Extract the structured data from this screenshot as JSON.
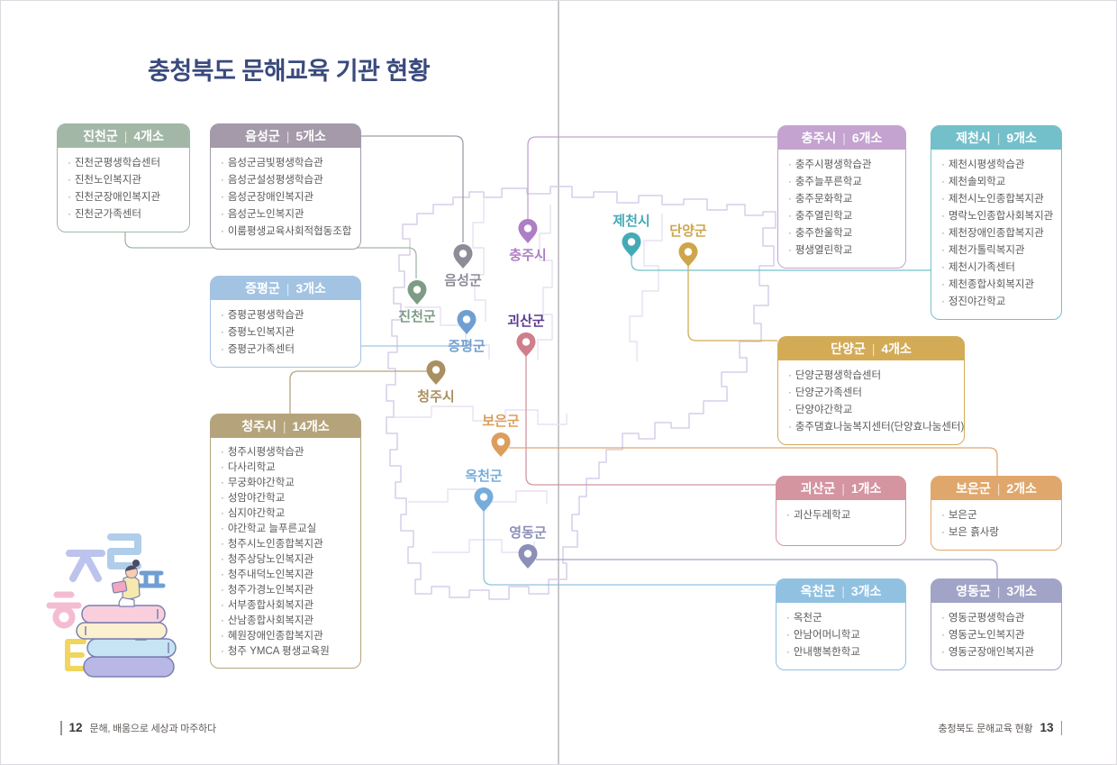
{
  "page": {
    "title": "충청북도 문해교육 기관 현황",
    "footer_left": {
      "page_no": "12",
      "text": "문해, 배움으로 세상과 마주하다"
    },
    "footer_right": {
      "text": "충청북도 문해교육 현황",
      "page_no": "13"
    }
  },
  "regions": [
    {
      "id": "jincheon",
      "name": "진천군",
      "count": "4개소",
      "color": "#a2b7a6",
      "pin_color": "#7e9c85",
      "label_color": "#7e9c85",
      "items": [
        "진천군평생학습센터",
        "진천노인복지관",
        "진천군장애인복지관",
        "진천군가족센터"
      ]
    },
    {
      "id": "eumseong",
      "name": "음성군",
      "count": "5개소",
      "color": "#a49aa9",
      "pin_color": "#8f8b98",
      "label_color": "#8f8b98",
      "items": [
        "음성군금빛평생학습관",
        "음성군설성평생학습관",
        "음성군장애인복지관",
        "음성군노인복지관",
        "이룸평생교육사회적협동조합"
      ]
    },
    {
      "id": "jeungpyeong",
      "name": "증평군",
      "count": "3개소",
      "color": "#a3c3e3",
      "pin_color": "#6f9fd2",
      "label_color": "#6f9fd2",
      "items": [
        "증평군평생학습관",
        "증평노인복지관",
        "증평군가족센터"
      ]
    },
    {
      "id": "cheongju",
      "name": "청주시",
      "count": "14개소",
      "color": "#b5a47b",
      "pin_color": "#aa9060",
      "label_color": "#aa9060",
      "items": [
        "청주시평생학습관",
        "다사리학교",
        "무궁화야간학교",
        "성암야간학교",
        "심지야간학교",
        "야간학교 늘푸른교실",
        "청주시노인종합복지관",
        "청주상당노인복지관",
        "청주내덕노인복지관",
        "청주가경노인복지관",
        "서부종합사회복지관",
        "산남종합사회복지관",
        "혜원장애인종합복지관",
        "청주 YMCA 평생교육원"
      ]
    },
    {
      "id": "chungju",
      "name": "충주시",
      "count": "6개소",
      "color": "#c4a3d0",
      "pin_color": "#ad7ec4",
      "label_color": "#ad7ec4",
      "items": [
        "충주시평생학습관",
        "충주늘푸른학교",
        "충주문화학교",
        "충주열린학교",
        "충주한울학교",
        "평생열린학교"
      ]
    },
    {
      "id": "jecheon",
      "name": "제천시",
      "count": "9개소",
      "color": "#74c0ca",
      "pin_color": "#46aab6",
      "label_color": "#46aab6",
      "items": [
        "제천시평생학습관",
        "제천솔뫼학교",
        "제천시노인종합복지관",
        "명락노인종합사회복지관",
        "제천장애인종합복지관",
        "제천가톨릭복지관",
        "제천시가족센터",
        "제천종합사회복지관",
        "정진야간학교"
      ]
    },
    {
      "id": "danyang",
      "name": "단양군",
      "count": "4개소",
      "color": "#d3ab57",
      "pin_color": "#cfa54a",
      "label_color": "#cfa54a",
      "items": [
        "단양군평생학습센터",
        "단양군가족센터",
        "단양야간학교",
        "충주댐효나눔복지센터(단양효나눔센터)"
      ]
    },
    {
      "id": "goesan",
      "name": "괴산군",
      "count": "1개소",
      "color": "#d494a0",
      "pin_color": "#cf7e8b",
      "label_color": "#5a3a8e",
      "items": [
        "괴산두레학교"
      ]
    },
    {
      "id": "boeun",
      "name": "보은군",
      "count": "2개소",
      "color": "#e0a76c",
      "pin_color": "#dc9e5d",
      "label_color": "#dc9e5d",
      "items": [
        "보은군",
        "보은 흙사랑"
      ]
    },
    {
      "id": "okcheon",
      "name": "옥천군",
      "count": "3개소",
      "color": "#91c1e1",
      "pin_color": "#76acdb",
      "label_color": "#76acdb",
      "items": [
        "옥천군",
        "안남어머니학교",
        "안내행복한학교"
      ]
    },
    {
      "id": "yeongdong",
      "name": "영동군",
      "count": "3개소",
      "color": "#a1a4c6",
      "pin_color": "#8c8fb7",
      "label_color": "#8c8fb7",
      "items": [
        "영동군평생학습관",
        "영동군노인복지관",
        "영동군장애인복지관"
      ]
    }
  ]
}
